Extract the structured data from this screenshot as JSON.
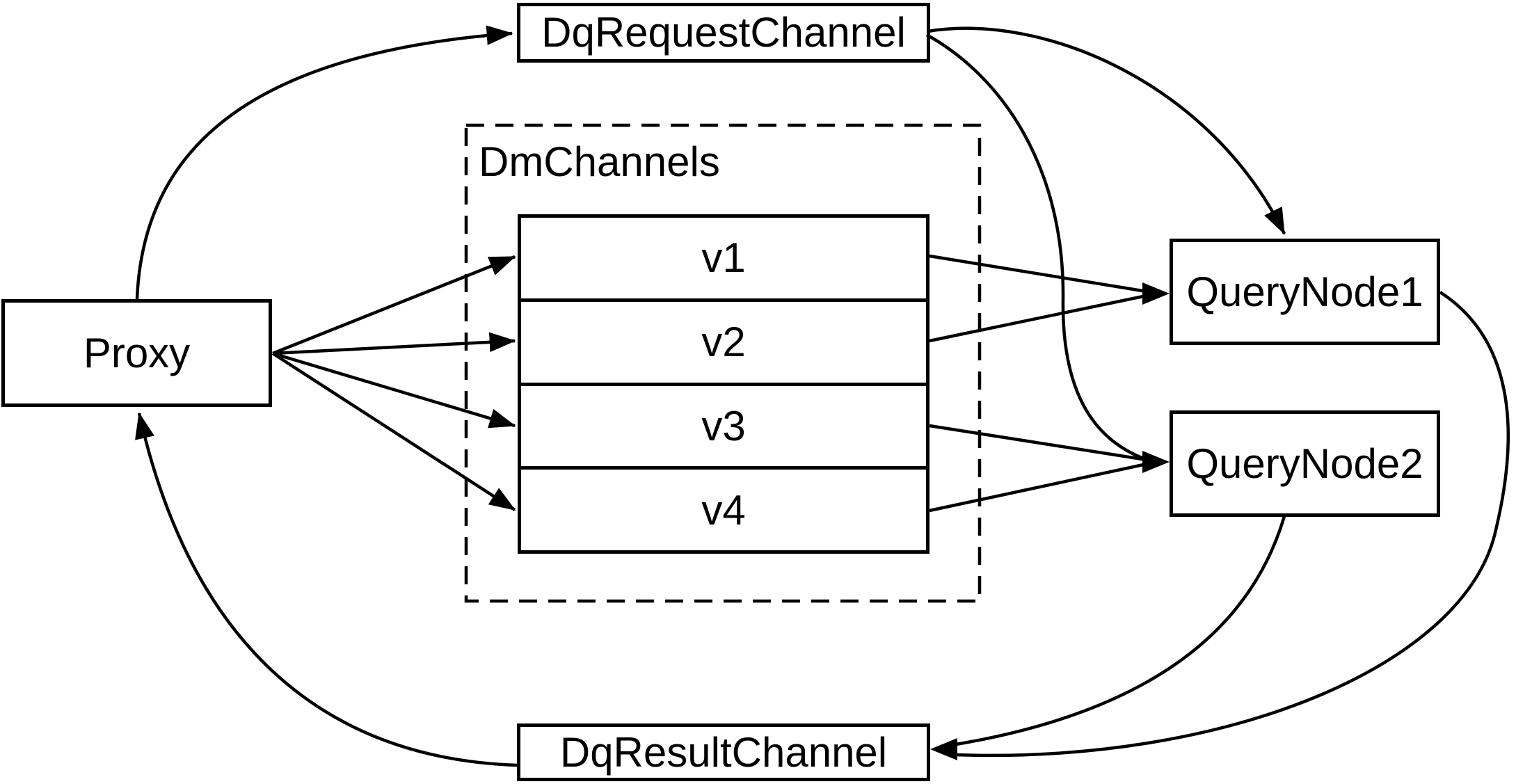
{
  "diagram": {
    "background": "#ffffff",
    "stroke_color": "#000000",
    "nodes": {
      "proxy": "Proxy",
      "dq_request_channel": "DqRequestChannel",
      "dm_channels_group": "DmChannels",
      "channels": [
        "v1",
        "v2",
        "v3",
        "v4"
      ],
      "query_node_1": "QueryNode1",
      "query_node_2": "QueryNode2",
      "dq_result_channel": "DqResultChannel"
    }
  }
}
